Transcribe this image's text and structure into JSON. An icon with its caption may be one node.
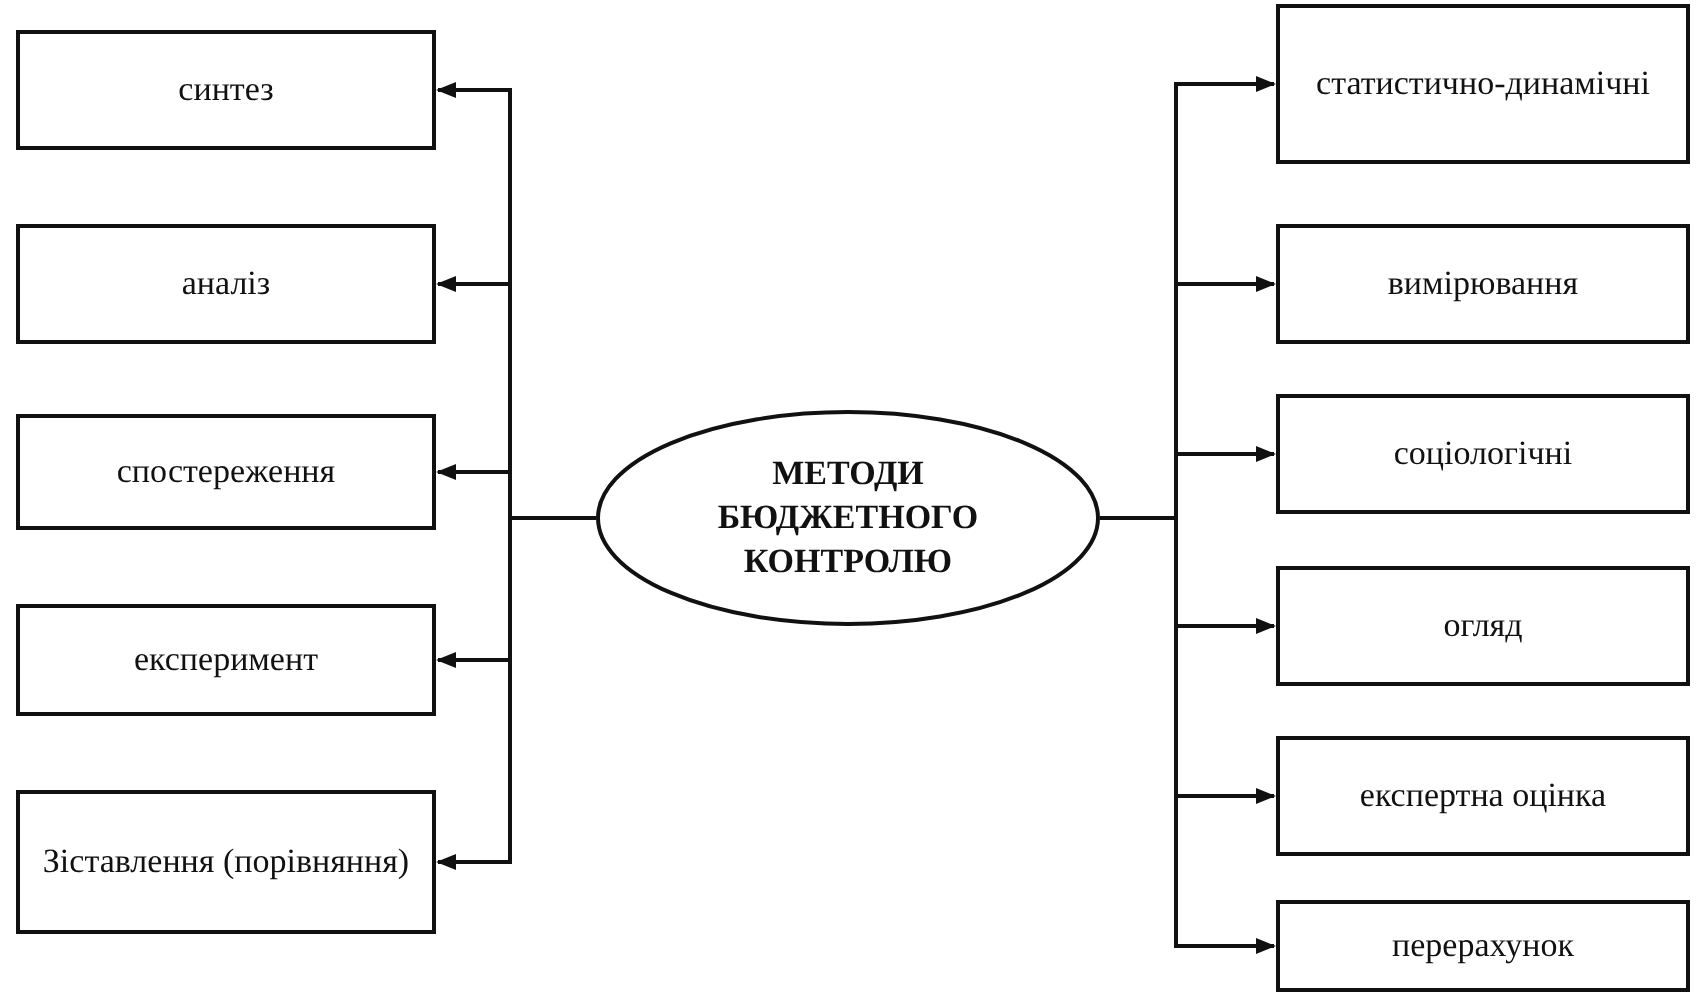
{
  "diagram": {
    "nodes": [
      {
        "text": [
          "синтез"
        ]
      },
      {
        "text": [
          "аналіз"
        ]
      },
      {
        "text": [
          "спостереження"
        ]
      },
      {
        "text": [
          "експеримент"
        ]
      },
      {
        "text": [
          "Зіставлення (порівняння)"
        ]
      },
      {
        "text": [
          "МЕТОДИ БЮДЖЕТНОГО КОНТРОЛЮ"
        ]
      },
      {
        "text": [
          "статистично-динамічні"
        ]
      },
      {
        "text": [
          "вимірювання"
        ]
      },
      {
        "text": [
          "соціологічні"
        ]
      },
      {
        "text": [
          "огляд"
        ]
      },
      {
        "text": [
          "експертна оцінка"
        ]
      },
      {
        "text": [
          "перерахунок"
        ]
      }
    ],
    "edges": [
      {
        "from": 5,
        "to": 0,
        "arrow": "to"
      },
      {
        "from": 5,
        "to": 1,
        "arrow": "to"
      },
      {
        "from": 5,
        "to": 2,
        "arrow": "to"
      },
      {
        "from": 5,
        "to": 3,
        "arrow": "to"
      },
      {
        "from": 5,
        "to": 4,
        "arrow": "to"
      },
      {
        "from": 5,
        "to": 6,
        "arrow": "to"
      },
      {
        "from": 5,
        "to": 7,
        "arrow": "to"
      },
      {
        "from": 5,
        "to": 8,
        "arrow": "to"
      },
      {
        "from": 5,
        "to": 9,
        "arrow": "to"
      },
      {
        "from": 5,
        "to": 10,
        "arrow": "to"
      },
      {
        "from": 5,
        "to": 11,
        "arrow": "to"
      }
    ]
  }
}
